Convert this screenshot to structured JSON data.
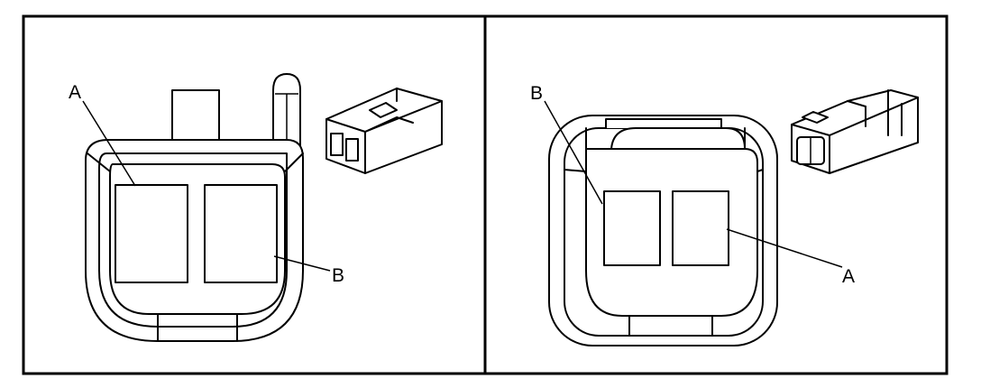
{
  "panels": [
    {
      "labels": {
        "terminal_a": "A",
        "terminal_b": "B"
      }
    },
    {
      "labels": {
        "terminal_a": "A",
        "terminal_b": "B"
      }
    }
  ],
  "colors": {
    "line": "#000000",
    "background": "#ffffff"
  }
}
